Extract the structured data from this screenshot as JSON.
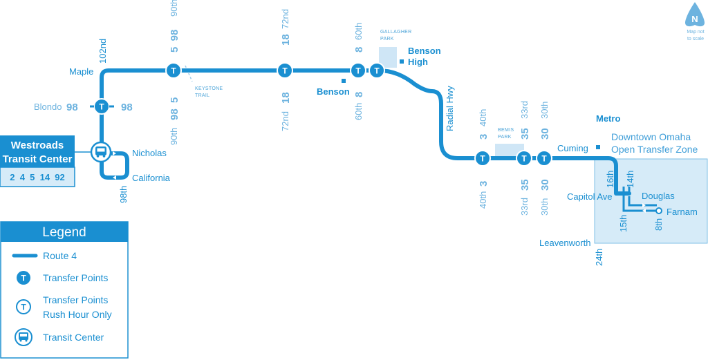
{
  "colors": {
    "route": "#1a8fd1",
    "route_light": "#6db3df",
    "zone_fill": "#d6ebf8",
    "zone_stroke": "#1a8fd1",
    "park_fill": "#cfe6f6"
  },
  "compass": {
    "letter": "N",
    "note_line1": "Map not",
    "note_line2": "to scale",
    "icon": "north-arrow-icon"
  },
  "transit_center": {
    "title_line1": "Westroads",
    "title_line2": "Transit Center",
    "routes": "2  4  5  14  92",
    "icon": "bus-icon"
  },
  "streets": {
    "maple": "Maple",
    "s102nd": "102nd",
    "blondo": "Blondo",
    "nicholas": "Nicholas",
    "california": "California",
    "s98th": "98th",
    "s90th_top": "90th",
    "s90th_bottom": "90th",
    "s72nd_top": "72nd",
    "s72nd_bottom": "72nd",
    "s60th_top": "60th",
    "s60th_bottom": "60th",
    "radial": "Radial Hwy",
    "s40th_top": "40th",
    "s40th_bottom": "40th",
    "s33rd_top": "33rd",
    "s33rd_bottom": "33rd",
    "s30th_top": "30th",
    "s30th_bottom": "30th",
    "cuming": "Cuming",
    "capitol": "Capitol Ave",
    "douglas": "Douglas",
    "farnam": "Farnam",
    "leavenworth": "Leavenworth",
    "s24th": "24th",
    "s16th": "16th",
    "s14th": "14th",
    "s15th": "15th",
    "s8th": "8th"
  },
  "routes": {
    "r98_blondo_left": "98",
    "r98_blondo_right": "98",
    "r5_98_top": "5  98",
    "r5_98_bottom": "98  5",
    "r18_top": "18",
    "r18_bottom": "18",
    "r8_top": "8",
    "r8_bottom": "8",
    "r3_top": "3",
    "r3_bottom": "3",
    "r35_top": "35",
    "r35_bottom": "35",
    "r30_top": "30",
    "r30_bottom": "30"
  },
  "pois": {
    "keystone_line1": "KEYSTONE",
    "keystone_line2": "TRAIL",
    "gallagher_line1": "GALLAGHER",
    "gallagher_line2": "PARK",
    "benson_high_line1": "Benson",
    "benson_high_line2": "High",
    "benson": "Benson",
    "bemis_line1": "BEMIS",
    "bemis_line2": "PARK",
    "metro": "Metro",
    "zone_line1": "Downtown Omaha",
    "zone_line2": "Open Transfer Zone"
  },
  "legend": {
    "title": "Legend",
    "items": [
      {
        "label": "Route 4",
        "icon": "route-line-icon"
      },
      {
        "label": "Transfer Points",
        "icon": "transfer-point-icon"
      },
      {
        "label": "Transfer Points",
        "label2": "Rush Hour Only",
        "icon": "transfer-point-rush-icon"
      },
      {
        "label": "Transit Center",
        "icon": "transit-center-icon"
      }
    ]
  },
  "symbols": {
    "transfer": "T"
  }
}
